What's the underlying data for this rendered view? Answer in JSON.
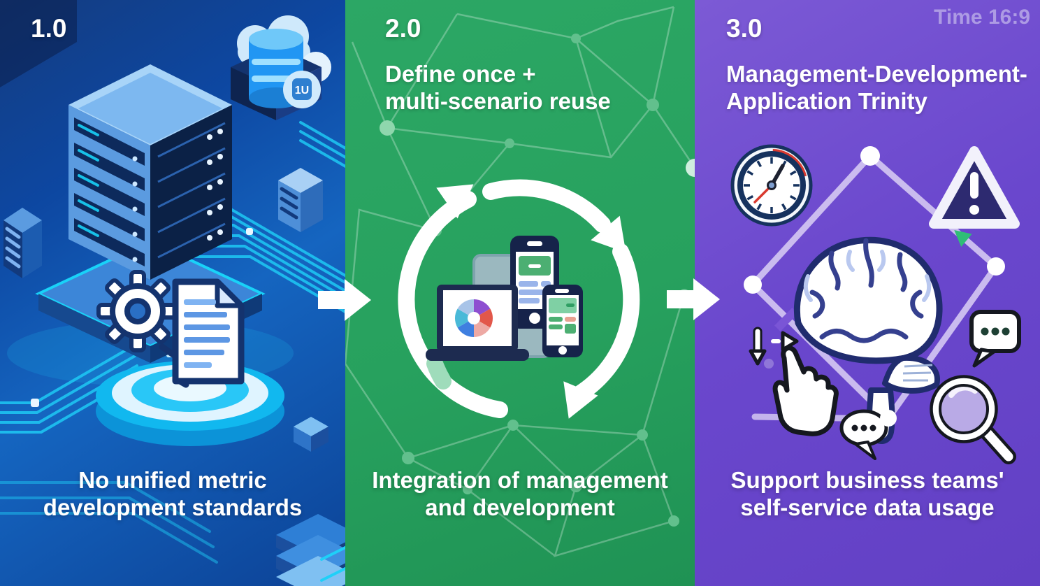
{
  "watermark": "Time 16:9",
  "panels": [
    {
      "id": "stage-1",
      "version": "1.0",
      "caption1": "No unified metric",
      "caption2": "development standards",
      "badge": "1U",
      "accent": "#1565c0",
      "icons": [
        "server-rack-icon",
        "database-cloud-icon",
        "gear-icon",
        "document-icon",
        "glow-platform-icon",
        "circuit-lines-icon"
      ]
    },
    {
      "id": "stage-2",
      "version": "2.0",
      "subtitle1": "Define once +",
      "subtitle2": "multi-scenario reuse",
      "caption1": "Integration of management",
      "caption2": "and development",
      "accent": "#27a15e",
      "icons": [
        "cycle-arrows-icon",
        "laptop-pie-chart-icon",
        "tablet-icon",
        "smartphone-icon",
        "network-mesh-icon"
      ]
    },
    {
      "id": "stage-3",
      "version": "3.0",
      "subtitle1": "Management-Development-",
      "subtitle2": "Application Trinity",
      "caption1": "Support business teams'",
      "caption2": "self-service data usage",
      "accent": "#6a47cd",
      "icons": [
        "clock-icon",
        "warning-triangle-icon",
        "brain-icon",
        "diamond-network-icon",
        "hand-cursor-icon",
        "speech-bubble-icon",
        "magnifier-icon",
        "chat-dots-icon"
      ]
    }
  ],
  "connectors": {
    "arrow_icon": "right-arrow-icon",
    "color": "#ffffff"
  },
  "colors": {
    "panel1_blue": "#1565c0",
    "panel1_deep": "#0d3f92",
    "cyan_accent": "#1fd0f8",
    "panel2_green": "#27a15e",
    "mesh_green": "#6cc795",
    "panel3_purple": "#6a47cd",
    "lavender": "#cfc0f0",
    "navy_outline": "#16325e",
    "white": "#ffffff",
    "watermark_color": "#a596e3"
  }
}
